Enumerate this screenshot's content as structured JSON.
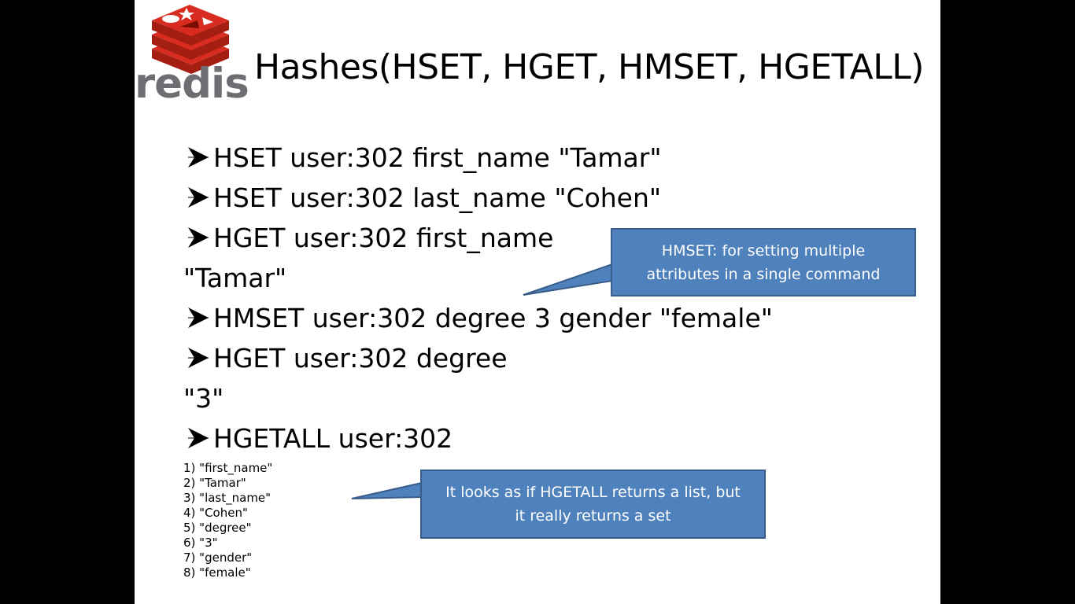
{
  "logo": {
    "word": "redis",
    "brand_red": "#d82c20",
    "word_color": "#6d6e71"
  },
  "title": "Hashes(HSET, HGET, HMSET, HGETALL)",
  "lines": [
    {
      "kind": "command",
      "text": "HSET user:302 first_name \"Tamar\""
    },
    {
      "kind": "command",
      "text": "HSET user:302 last_name \"Cohen\""
    },
    {
      "kind": "command",
      "text": "HGET user:302 first_name"
    },
    {
      "kind": "result",
      "text": "\"Tamar\""
    },
    {
      "kind": "command",
      "text": "HMSET user:302 degree 3 gender \"female\""
    },
    {
      "kind": "command",
      "text": "HGET user:302 degree"
    },
    {
      "kind": "result",
      "text": "\"3\""
    },
    {
      "kind": "command",
      "text": "HGETALL user:302"
    }
  ],
  "hgetall_output": [
    "1) \"first_name\"",
    "2) \"Tamar\"",
    "3) \"last_name\"",
    "4) \"Cohen\"",
    "5) \"degree\"",
    "6) \"3\"",
    "7) \"gender\"",
    "8) \"female\""
  ],
  "callouts": {
    "hmset": {
      "line1": "HMSET: for setting multiple",
      "line2": "attributes in a single command"
    },
    "hgetall": {
      "line1": "It looks as if HGETALL returns a list, but",
      "line2": "it really returns a set"
    }
  },
  "colors": {
    "callout_fill": "#4f81bd",
    "callout_border": "#385d8a",
    "page_background": "#000000",
    "slide_background": "#ffffff"
  }
}
